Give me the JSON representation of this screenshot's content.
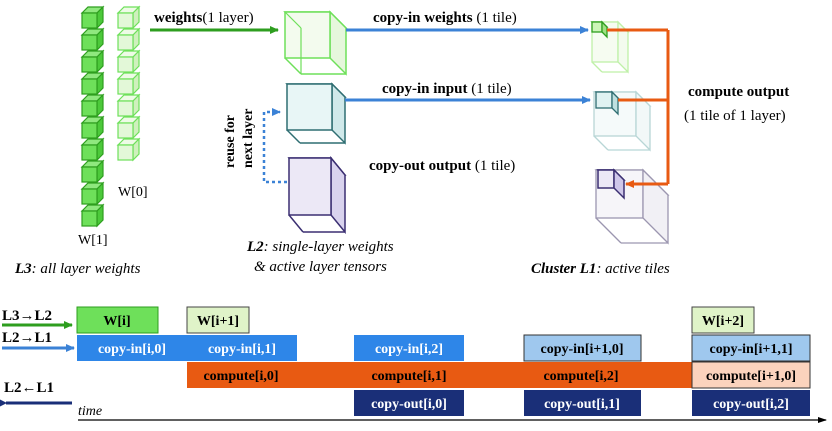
{
  "colors": {
    "green_dark": "#2e9e1f",
    "green_light": "#bff0a8",
    "green_box": "#6ee05a",
    "green_pale": "#dff3c8",
    "blue_arrow": "#3b82d6",
    "teal_face": "#e5f4f4",
    "teal_edge": "#2f6e72",
    "purple_face": "#ece8f6",
    "purple_edge": "#3b2f72",
    "orange": "#e85a12",
    "navy": "#1a2f78",
    "blue_bar": "#2e86e8",
    "light_blue_bar": "#9fc8ee",
    "peach_bar": "#fbd3bd",
    "dotted_blue": "#3b82d6"
  },
  "top": {
    "w0_label": "W[0]",
    "w1_label": "W[1]",
    "arrow_weights_bold": "weights",
    "arrow_weights_rest": "(1 layer)",
    "arrow_copyin_weights_bold": "copy-in weights",
    "arrow_copyin_weights_rest": "(1 tile)",
    "arrow_copyin_input_bold": "copy-in input",
    "arrow_copyin_input_rest": "(1 tile)",
    "copyout_bold": "copy-out output",
    "copyout_rest": "(1 tile)",
    "reuse_line1": "reuse for",
    "reuse_line2": "next layer",
    "compute_line1": "compute output",
    "compute_line2": "(1 tile of 1 layer)",
    "caption_l3_bold": "L3",
    "caption_l3_rest": ": all layer weights",
    "caption_l2_bold": "L2",
    "caption_l2_rest": ": single-layer weights",
    "caption_l2_line2": "& active layer tensors",
    "caption_l1_bold": "Cluster L1",
    "caption_l1_rest": ": active tiles"
  },
  "timeline": {
    "row_labels": {
      "l3_l2": "L3→L2",
      "l2_l1": "L2→L1",
      "l2_from_l1": "L2←L1"
    },
    "time_label": "time",
    "weights": [
      "W[i]",
      "W[i+1]",
      "W[i+2]"
    ],
    "copy_in": [
      "copy-in[i,0]",
      "copy-in[i,1]",
      "copy-in[i,2]",
      "copy-in[i+1,0]",
      "copy-in[i+1,1]"
    ],
    "compute": [
      "compute[i,0]",
      "compute[i,1]",
      "compute[i,2]",
      "compute[i+1,0]"
    ],
    "copy_out": [
      "copy-out[i,0]",
      "copy-out[i,1]",
      "copy-out[i,2]"
    ]
  }
}
